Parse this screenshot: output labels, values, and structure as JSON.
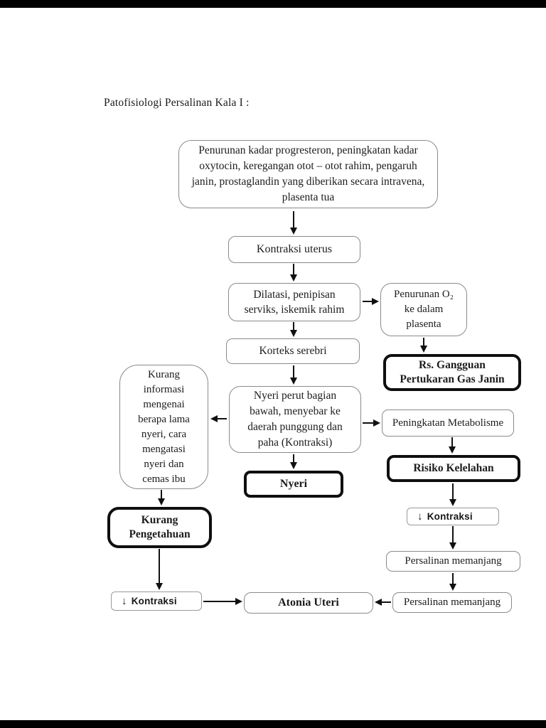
{
  "page": {
    "title": "Patofisiologi Persalinan Kala I :"
  },
  "colors": {
    "background": "#ffffff",
    "ink": "#1c1c1c",
    "thin_border": "#8a8a8a",
    "thick_border": "#0f0f0f",
    "arrow": "#111111",
    "edge_bar": "#000000"
  },
  "diagram": {
    "nodes": {
      "trigger": {
        "text": "Penurunan kadar progresteron, peningkatan kadar\noxytocin, keregangan otot – otot rahim, pengaruh\njanin, prostaglandin yang diberikan secara intravena,\nplasenta tua"
      },
      "kontraksi_uterus": {
        "text": "Kontraksi uterus"
      },
      "dilatasi": {
        "text": "Dilatasi, penipisan\nserviks, iskemik rahim"
      },
      "penurunan_o2": {
        "text": "Penurunan O₂\nke dalam\nplasenta"
      },
      "rs_gangguan": {
        "text": "Rs. Gangguan\nPertukaran Gas Janin"
      },
      "korteks": {
        "text": "Korteks serebri"
      },
      "kurang_informasi": {
        "text": "Kurang\ninformasi\nmengenai\nberapa lama\nnyeri, cara\nmengatasi\nnyeri dan\ncemas ibu"
      },
      "nyeri_perut": {
        "text": "Nyeri perut bagian\nbawah, menyebar ke\ndaerah punggung dan\npaha (Kontraksi)"
      },
      "peningkatan_metabolisme": {
        "text": "Peningkatan Metabolisme"
      },
      "nyeri": {
        "text": "Nyeri"
      },
      "risiko_kelelahan": {
        "text": "Risiko Kelelahan"
      },
      "kontraksi_turun_kanan": {
        "icon": "↓",
        "label": "Kontraksi"
      },
      "kurang_pengetahuan": {
        "text": "Kurang\nPengetahuan"
      },
      "persalinan_memanjang_1": {
        "text": "Persalinan memanjang"
      },
      "kontraksi_turun_kiri": {
        "icon": "↓",
        "label": "Kontraksi"
      },
      "atonia_uteri": {
        "text": "Atonia Uteri"
      },
      "persalinan_memanjang_2": {
        "text": "Persalinan memanjang"
      }
    }
  }
}
